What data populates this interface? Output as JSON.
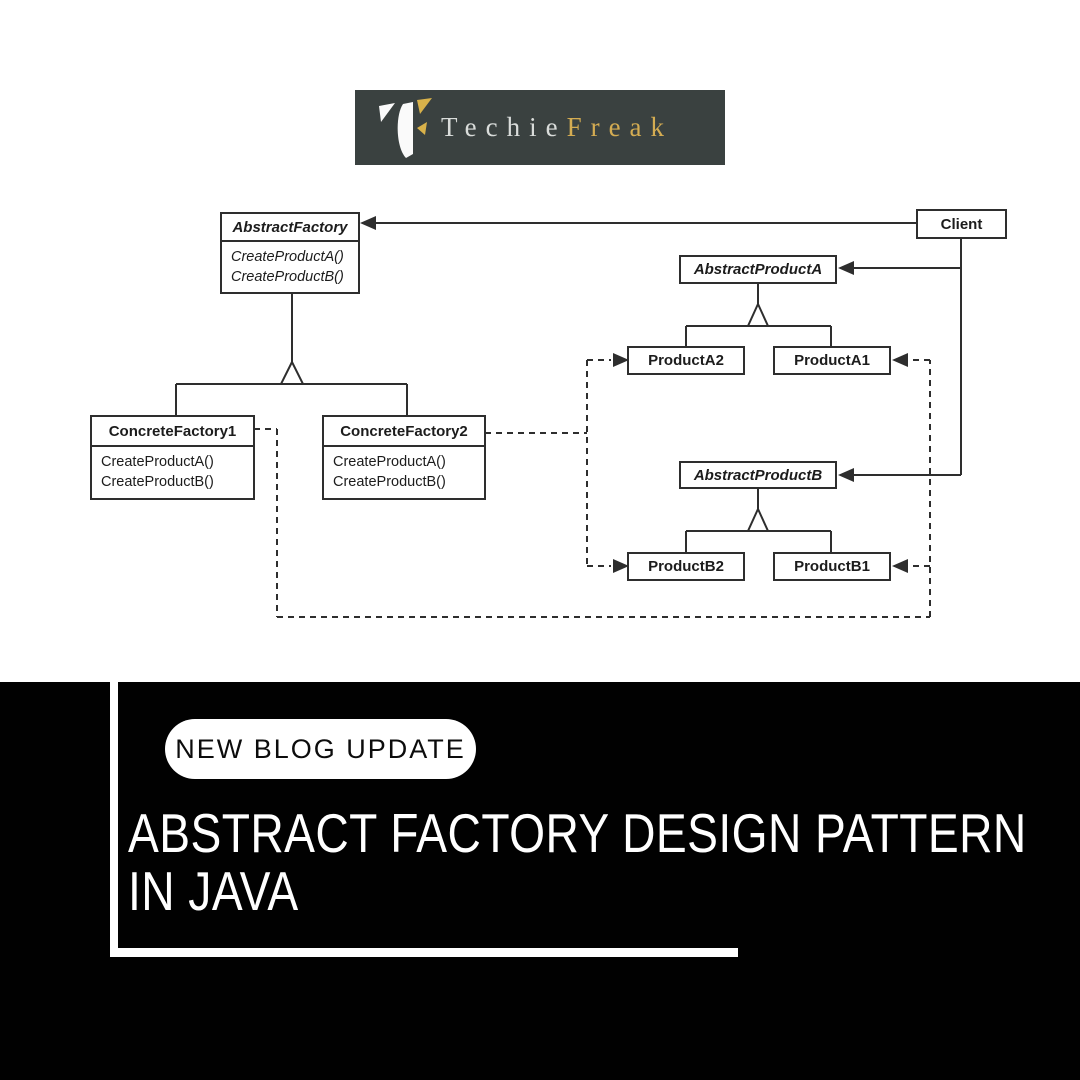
{
  "logo": {
    "brand_first": "Techie",
    "brand_second": "Freak",
    "bg_color": "#3a4140",
    "first_color": "#d9dcda",
    "second_color": "#d4ac52"
  },
  "diagram": {
    "stroke_color": "#2e2e2e",
    "classes": {
      "abstract_factory": {
        "name": "AbstractFactory",
        "methods": [
          "CreateProductA()",
          "CreateProductB()"
        ]
      },
      "client": {
        "name": "Client"
      },
      "abstract_product_a": {
        "name": "AbstractProductA"
      },
      "product_a2": {
        "name": "ProductA2"
      },
      "product_a1": {
        "name": "ProductA1"
      },
      "concrete_factory1": {
        "name": "ConcreteFactory1",
        "methods": [
          "CreateProductA()",
          "CreateProductB()"
        ]
      },
      "concrete_factory2": {
        "name": "ConcreteFactory2",
        "methods": [
          "CreateProductA()",
          "CreateProductB()"
        ]
      },
      "abstract_product_b": {
        "name": "AbstractProductB"
      },
      "product_b2": {
        "name": "ProductB2"
      },
      "product_b1": {
        "name": "ProductB1"
      }
    }
  },
  "banner": {
    "badge": "NEW BLOG UPDATE",
    "title_line1": "ABSTRACT FACTORY DESIGN PATTERN",
    "title_line2": "IN JAVA",
    "bg_color": "#010101",
    "text_color": "#ffffff"
  }
}
